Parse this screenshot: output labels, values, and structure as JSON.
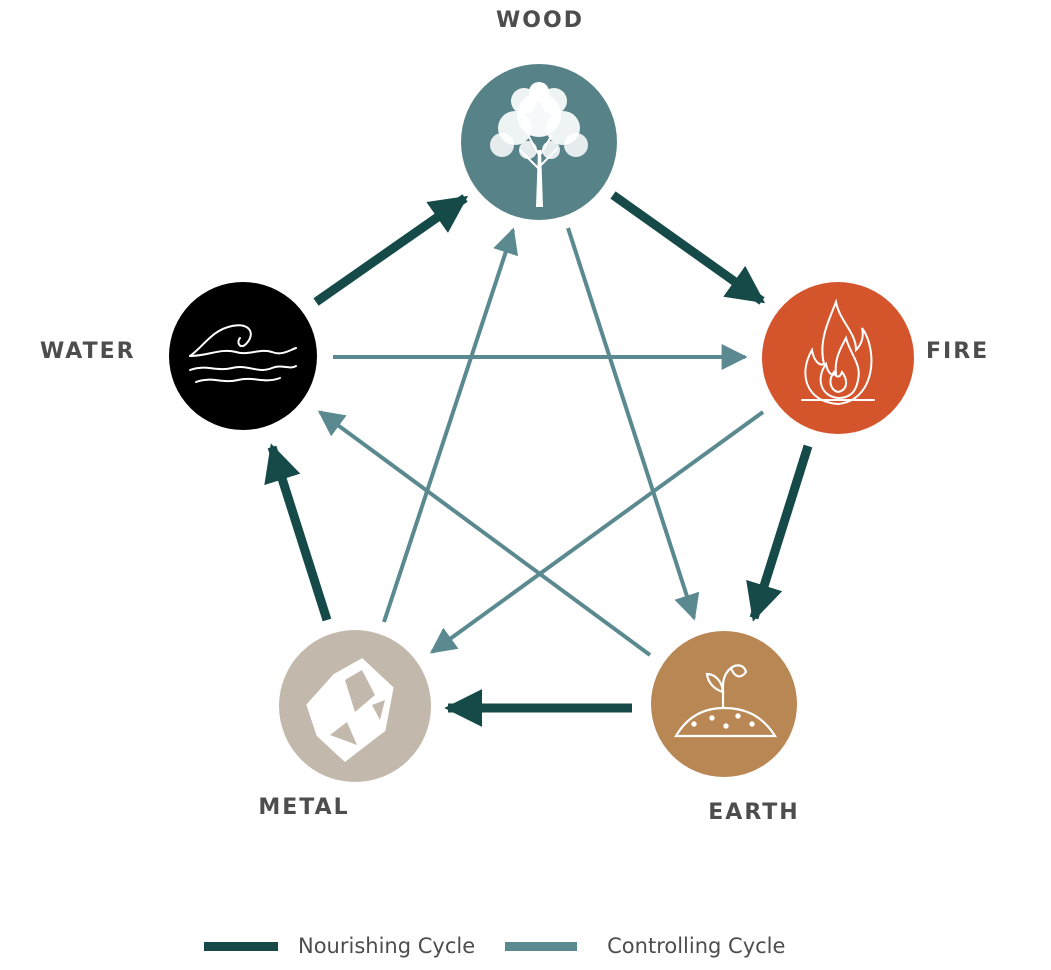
{
  "elements": {
    "wood": {
      "label": "WOOD",
      "color": "#578388",
      "icon": "tree-icon"
    },
    "fire": {
      "label": "FIRE",
      "color": "#d4542c",
      "icon": "flame-icon"
    },
    "earth": {
      "label": "EARTH",
      "color": "#b98753",
      "icon": "sprout-icon"
    },
    "metal": {
      "label": "METAL",
      "color": "#c2b9ac",
      "icon": "rock-icon"
    },
    "water": {
      "label": "WATER",
      "color": "#000000",
      "icon": "wave-icon"
    }
  },
  "nourishing": {
    "color": "#154a48",
    "flow": [
      "wood",
      "fire",
      "earth",
      "metal",
      "water",
      "wood"
    ]
  },
  "controlling": {
    "color": "#5a8a90",
    "pairs": [
      [
        "wood",
        "earth"
      ],
      [
        "earth",
        "water"
      ],
      [
        "water",
        "fire"
      ],
      [
        "fire",
        "metal"
      ],
      [
        "metal",
        "wood"
      ]
    ]
  },
  "legend": {
    "nourishing_label": "Nourishing Cycle",
    "controlling_label": "Controlling Cycle"
  }
}
